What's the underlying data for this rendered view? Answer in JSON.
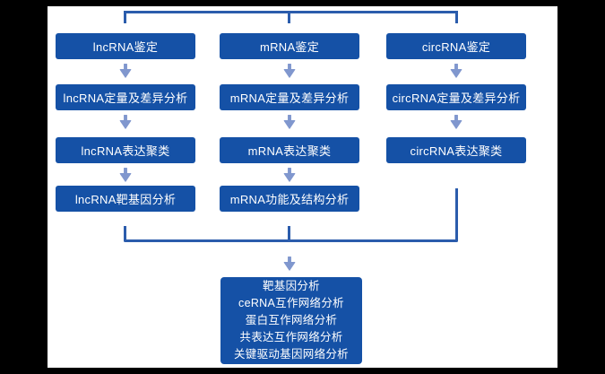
{
  "colors": {
    "box_fill": "#1551A6",
    "connector_line": "#2B5CAC",
    "arrow": "#8097CE",
    "box_text": "#FFFFFF",
    "frame": "#000000",
    "background": "#FFFFFF"
  },
  "flowchart": {
    "columns": [
      {
        "name": "lncRNA",
        "boxes": {
          "identification": "lncRNA鉴定",
          "quantification": "lncRNA定量及差异分析",
          "clustering": "lncRNA表达聚类",
          "target": "lncRNA靶基因分析"
        }
      },
      {
        "name": "mRNA",
        "boxes": {
          "identification": "mRNA鉴定",
          "quantification": "mRNA定量及差异分析",
          "clustering": "mRNA表达聚类",
          "function": "mRNA功能及结构分析"
        }
      },
      {
        "name": "circRNA",
        "boxes": {
          "identification": "circRNA鉴定",
          "quantification": "circRNA定量及差异分析",
          "clustering": "circRNA表达聚类"
        }
      }
    ],
    "final_box": {
      "lines": [
        "靶基因分析",
        "ceRNA互作网络分析",
        "蛋白互作网络分析",
        "共表达互作网络分析",
        "关键驱动基因网络分析"
      ]
    }
  }
}
